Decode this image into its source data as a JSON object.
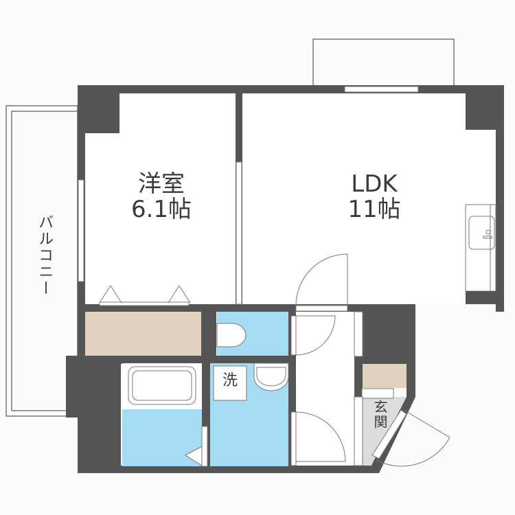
{
  "colors": {
    "wall": "#555555",
    "floor": "#ffffff",
    "background": "#fbfbfb",
    "wet_area": "#a6dcf3",
    "storage": "#e0d2bf",
    "entrance": "#dcdcdc",
    "line": "#666666"
  },
  "rooms": {
    "western_room": {
      "name": "洋室",
      "size": "6.1帖"
    },
    "ldk": {
      "name": "LDK",
      "size": "11帖"
    },
    "balcony": {
      "name": "バルコニー"
    },
    "washroom": {
      "name": "洗"
    },
    "entrance": {
      "name": "玄関"
    }
  }
}
